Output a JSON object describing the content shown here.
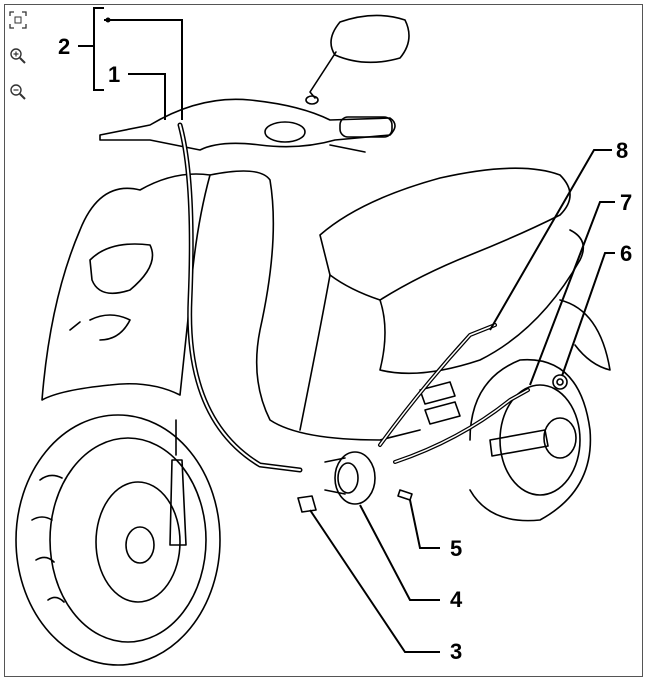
{
  "toolbar": {
    "items": [
      {
        "name": "fit-screen",
        "icon": "fit-to-screen-icon"
      },
      {
        "name": "zoom-in",
        "icon": "zoom-in-icon"
      },
      {
        "name": "zoom-out",
        "icon": "zoom-out-icon"
      }
    ]
  },
  "callouts": {
    "c1": "1",
    "c2": "2",
    "c3": "3",
    "c4": "4",
    "c5": "5",
    "c6": "6",
    "c7": "7",
    "c8": "8"
  },
  "colors": {
    "line": "#000000",
    "border": "#555555"
  }
}
